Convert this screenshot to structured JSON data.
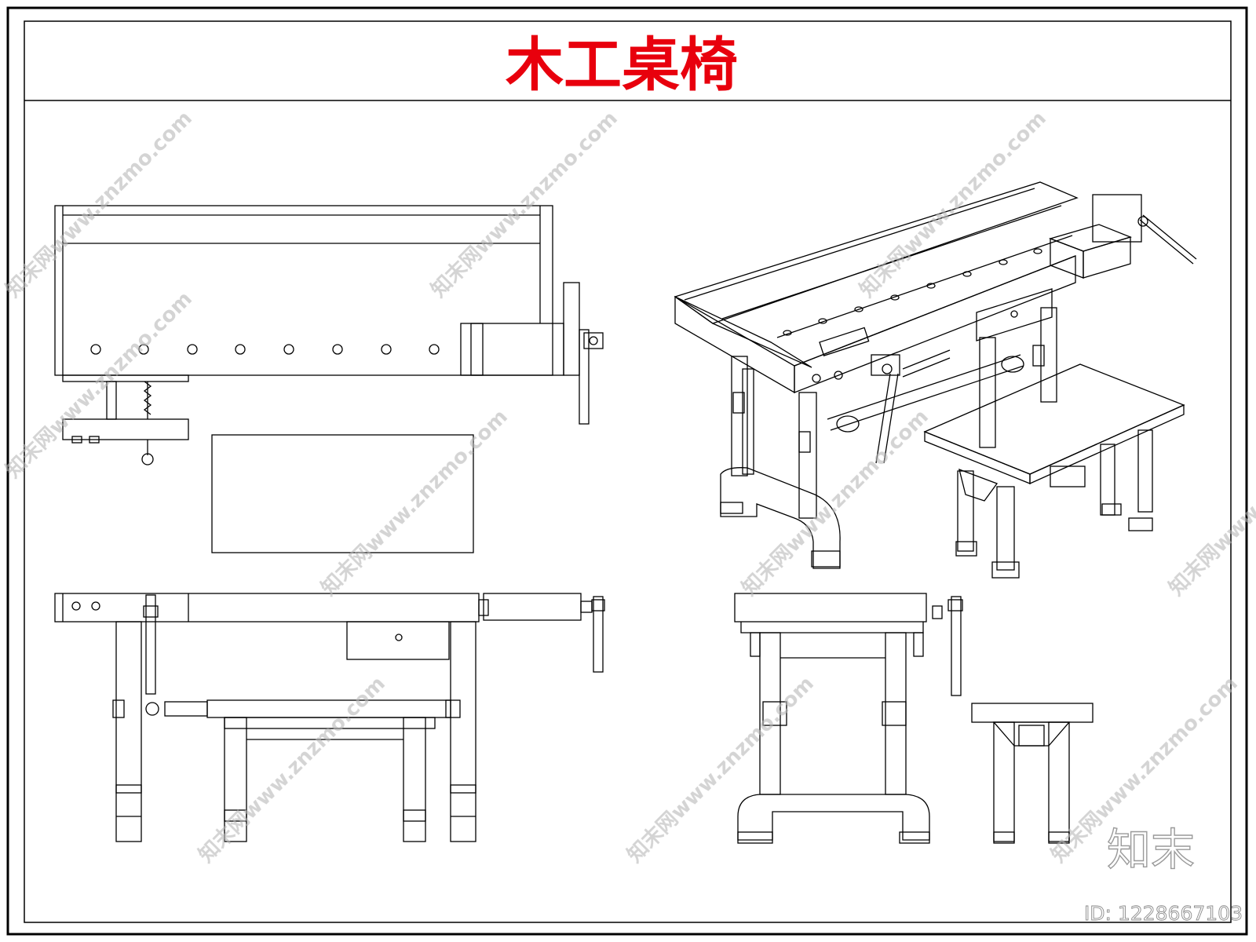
{
  "title": "木工桌椅",
  "watermark": "知末网www.znzmo.com",
  "brand": "知末",
  "drawing_id": "ID: 1228667103",
  "colors": {
    "title": "#e8000d",
    "line": "#000000",
    "watermark": "#b8b8b8",
    "brand": "#9a9a9a"
  },
  "views": [
    "top-plan",
    "isometric",
    "front-elevation",
    "side-elevation"
  ]
}
